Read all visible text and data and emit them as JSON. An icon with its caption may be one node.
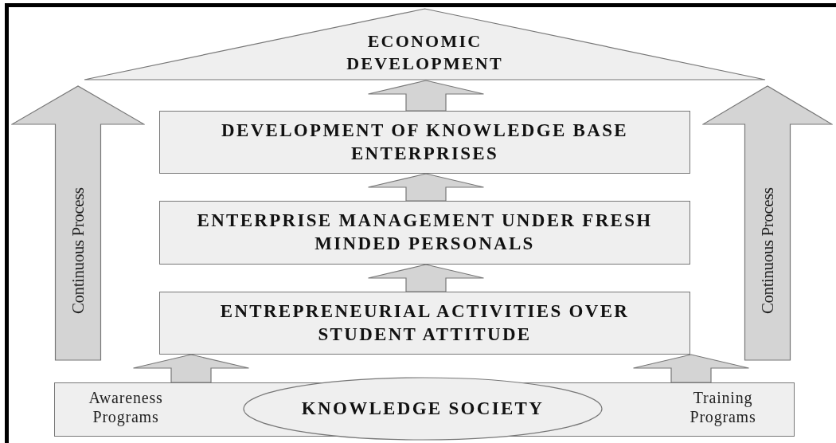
{
  "diagram": {
    "nodes": [
      {
        "text": [
          "ECONOMIC DEVELOPMENT"
        ]
      },
      {
        "text": [
          "DEVELOPMENT OF KNOWLEDGE BASE ENTERPRISES"
        ]
      },
      {
        "text": [
          "ENTERPRISE MANAGEMENT UNDER FRESH MINDED PERSONALS"
        ]
      },
      {
        "text": [
          "ENTREPRENEURIAL ACTIVITIES OVER STUDENT ATTITUDE"
        ]
      },
      {
        "text": [
          "Awareness Programs",
          "Training Programs"
        ]
      },
      {
        "text": [
          "KNOWLEDGE SOCIETY"
        ]
      },
      {
        "text": [
          "Continuous Process"
        ]
      },
      {
        "text": [
          "Continuous Process"
        ]
      }
    ],
    "edges": [
      {
        "from": 1,
        "to": 0,
        "arrow": "to"
      },
      {
        "from": 2,
        "to": 1,
        "arrow": "to"
      },
      {
        "from": 3,
        "to": 2,
        "arrow": "to"
      },
      {
        "from": 4,
        "to": 3,
        "arrow": "to"
      },
      {
        "from": 4,
        "to": 3,
        "arrow": "to"
      }
    ]
  }
}
